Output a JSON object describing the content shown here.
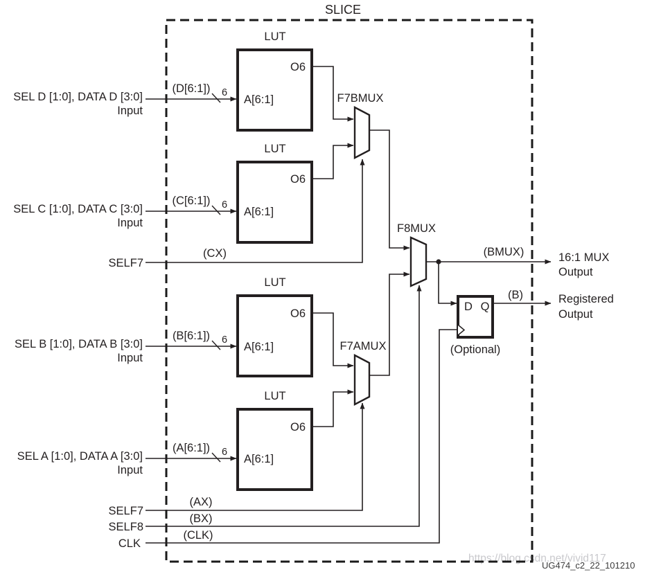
{
  "title": "SLICE",
  "caption": "UG474_c2_22_101210",
  "watermark": "https://blog.csdn.net/vivid117",
  "colors": {
    "ink": "#231f20",
    "background": "#ffffff",
    "caption_gray": "#3c3c3c",
    "watermark_gray": "#c9c9cd"
  },
  "luts": [
    {
      "label": "LUT",
      "output_pin": "O6",
      "input_pin": "A[6:1]"
    },
    {
      "label": "LUT",
      "output_pin": "O6",
      "input_pin": "A[6:1]"
    },
    {
      "label": "LUT",
      "output_pin": "O6",
      "input_pin": "A[6:1]"
    },
    {
      "label": "LUT",
      "output_pin": "O6",
      "input_pin": "A[6:1]"
    }
  ],
  "inputs": [
    {
      "label": "SEL D [1:0], DATA D [3:0]",
      "sublabel": "Input",
      "net": "(D[6:1])",
      "bus_width": "6"
    },
    {
      "label": "SEL C [1:0], DATA C [3:0]",
      "sublabel": "Input",
      "net": "(C[6:1])",
      "bus_width": "6"
    },
    {
      "label": "SEL B [1:0], DATA B [3:0]",
      "sublabel": "Input",
      "net": "(B[6:1])",
      "bus_width": "6"
    },
    {
      "label": "SEL A [1:0], DATA A [3:0]",
      "sublabel": "Input",
      "net": "(A[6:1])",
      "bus_width": "6"
    }
  ],
  "controls": [
    {
      "label": "SELF7",
      "net": "(CX)"
    },
    {
      "label": "SELF7",
      "net": "(AX)"
    },
    {
      "label": "SELF8",
      "net": "(BX)"
    },
    {
      "label": "CLK",
      "net": "(CLK)"
    }
  ],
  "muxes": {
    "f7b": "F7BMUX",
    "f7a": "F7AMUX",
    "f8": "F8MUX"
  },
  "flipflop": {
    "d_pin": "D",
    "q_pin": "Q",
    "note": "(Optional)"
  },
  "outputs": [
    {
      "net": "(BMUX)",
      "label_line1": "16:1 MUX",
      "label_line2": "Output"
    },
    {
      "net": "(B)",
      "label_line1": "Registered",
      "label_line2": "Output"
    }
  ]
}
